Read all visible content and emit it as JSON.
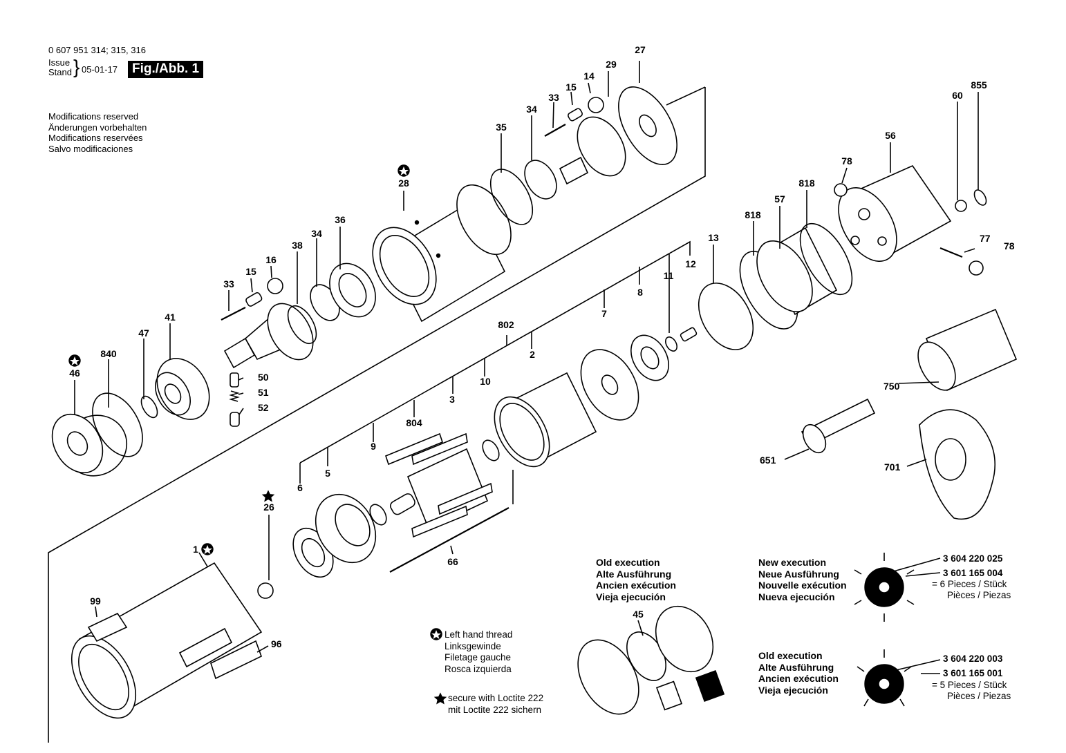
{
  "header": {
    "part_numbers": "0 607 951 314; 315, 316",
    "issue_label": "Issue",
    "stand_label": "Stand",
    "date": "05-01-17",
    "figure_label": "Fig./Abb. 1"
  },
  "modifications": [
    "Modifications reserved",
    "Änderungen vorbehalten",
    "Modifications reservées",
    "Salvo modificaciones"
  ],
  "legend": {
    "left_hand_thread": [
      "Left hand thread",
      "Linksgewinde",
      "Filetage gauche",
      "Rosca izquierda"
    ],
    "loctite": [
      "secure with Loctite 222",
      "mit Loctite 222 sichern"
    ]
  },
  "old_execution_45": {
    "lines": [
      "Old execution",
      "Alte Ausführung",
      "Ancien exécution",
      "Vieja ejecución"
    ],
    "part": "45"
  },
  "new_execution": {
    "lines": [
      "New execution",
      "Neue Ausführung",
      "Nouvelle exécution",
      "Nueva ejecución"
    ],
    "code_a": "3 604 220 025",
    "code_b": "3 601 165 004",
    "qty_line1": "= 6 Pieces / Stück",
    "qty_line2": "Pièces / Piezas"
  },
  "old_execution_vanes": {
    "lines": [
      "Old execution",
      "Alte Ausführung",
      "Ancien exécution",
      "Vieja ejecución"
    ],
    "code_a": "3 604 220 003",
    "code_b": "3 601 165 001",
    "qty_line1": "= 5 Pieces / Stück",
    "qty_line2": "Pièces / Piezas"
  },
  "labels": {
    "p27": "27",
    "p29": "29",
    "p14": "14",
    "p15a": "15",
    "p33a": "33",
    "p34a": "34",
    "p35": "35",
    "p28": "28",
    "p36": "36",
    "p34b": "34",
    "p38": "38",
    "p16": "16",
    "p15b": "15",
    "p33b": "33",
    "p41": "41",
    "p47": "47",
    "p840": "840",
    "p46": "46",
    "p50": "50",
    "p51": "51",
    "p52": "52",
    "p855": "855",
    "p60": "60",
    "p56": "56",
    "p78a": "78",
    "p818a": "818",
    "p57": "57",
    "p818b": "818",
    "p13": "13",
    "p12": "12",
    "p11": "11",
    "p8": "8",
    "p7": "7",
    "p77": "77",
    "p78b": "78",
    "p802": "802",
    "p2": "2",
    "p10": "10",
    "p3": "3",
    "p804": "804",
    "p9": "9",
    "p5": "5",
    "p6": "6",
    "p26": "26",
    "p66": "66",
    "p750": "750",
    "p651": "651",
    "p701": "701",
    "p1": "1",
    "p99": "99",
    "p96": "96"
  },
  "icons": {
    "left_hand": "star-in-circle-icon",
    "loctite": "star-icon"
  }
}
